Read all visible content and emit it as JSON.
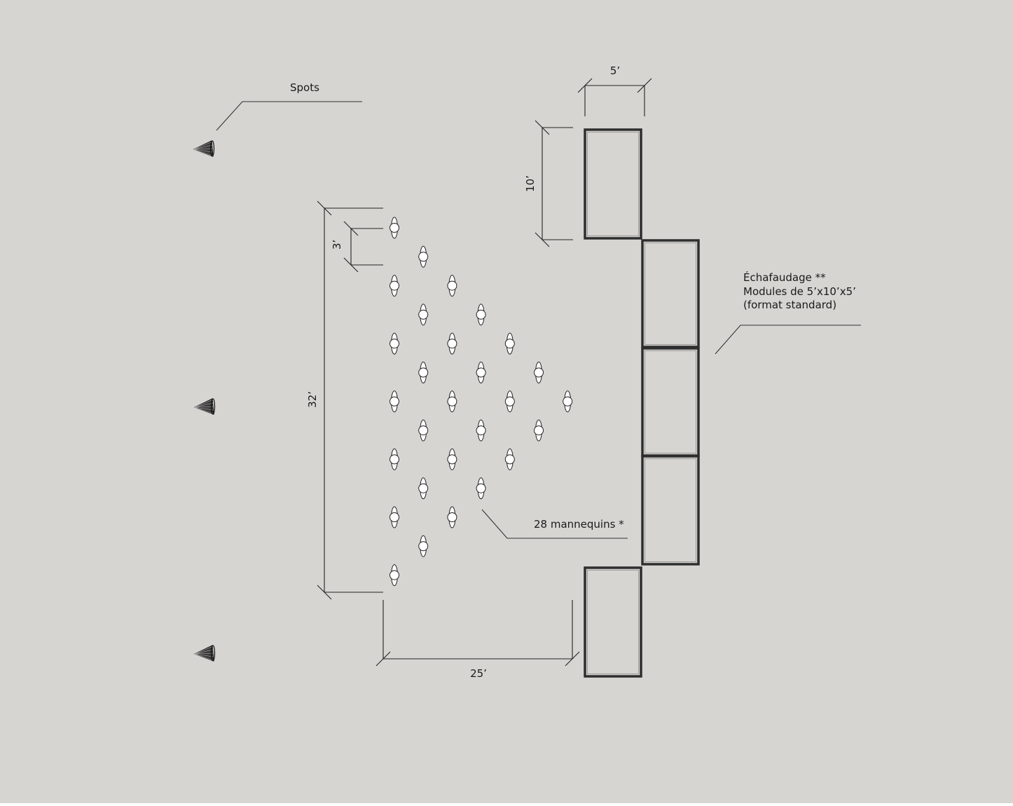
{
  "labels": {
    "spots": "Spots",
    "mannequins": "28 mannequins *",
    "scaffold_line1": "Échafaudage **",
    "scaffold_line2": "Modules de 5’x10’x5’",
    "scaffold_line3": "(format standard)"
  },
  "dimensions": {
    "module_width": "5’",
    "module_height": "10’",
    "spacing": "3’",
    "group_depth": "32’",
    "group_width": "25’"
  },
  "counts": {
    "mannequins": 28,
    "spots": 3,
    "scaffold_modules": 5
  },
  "colors": {
    "background": "#d6d5d2",
    "line": "#222222",
    "scaffold": "#2e2e2e"
  },
  "icons": {
    "spot": "spotlight-icon",
    "mannequin": "mannequin-icon"
  }
}
